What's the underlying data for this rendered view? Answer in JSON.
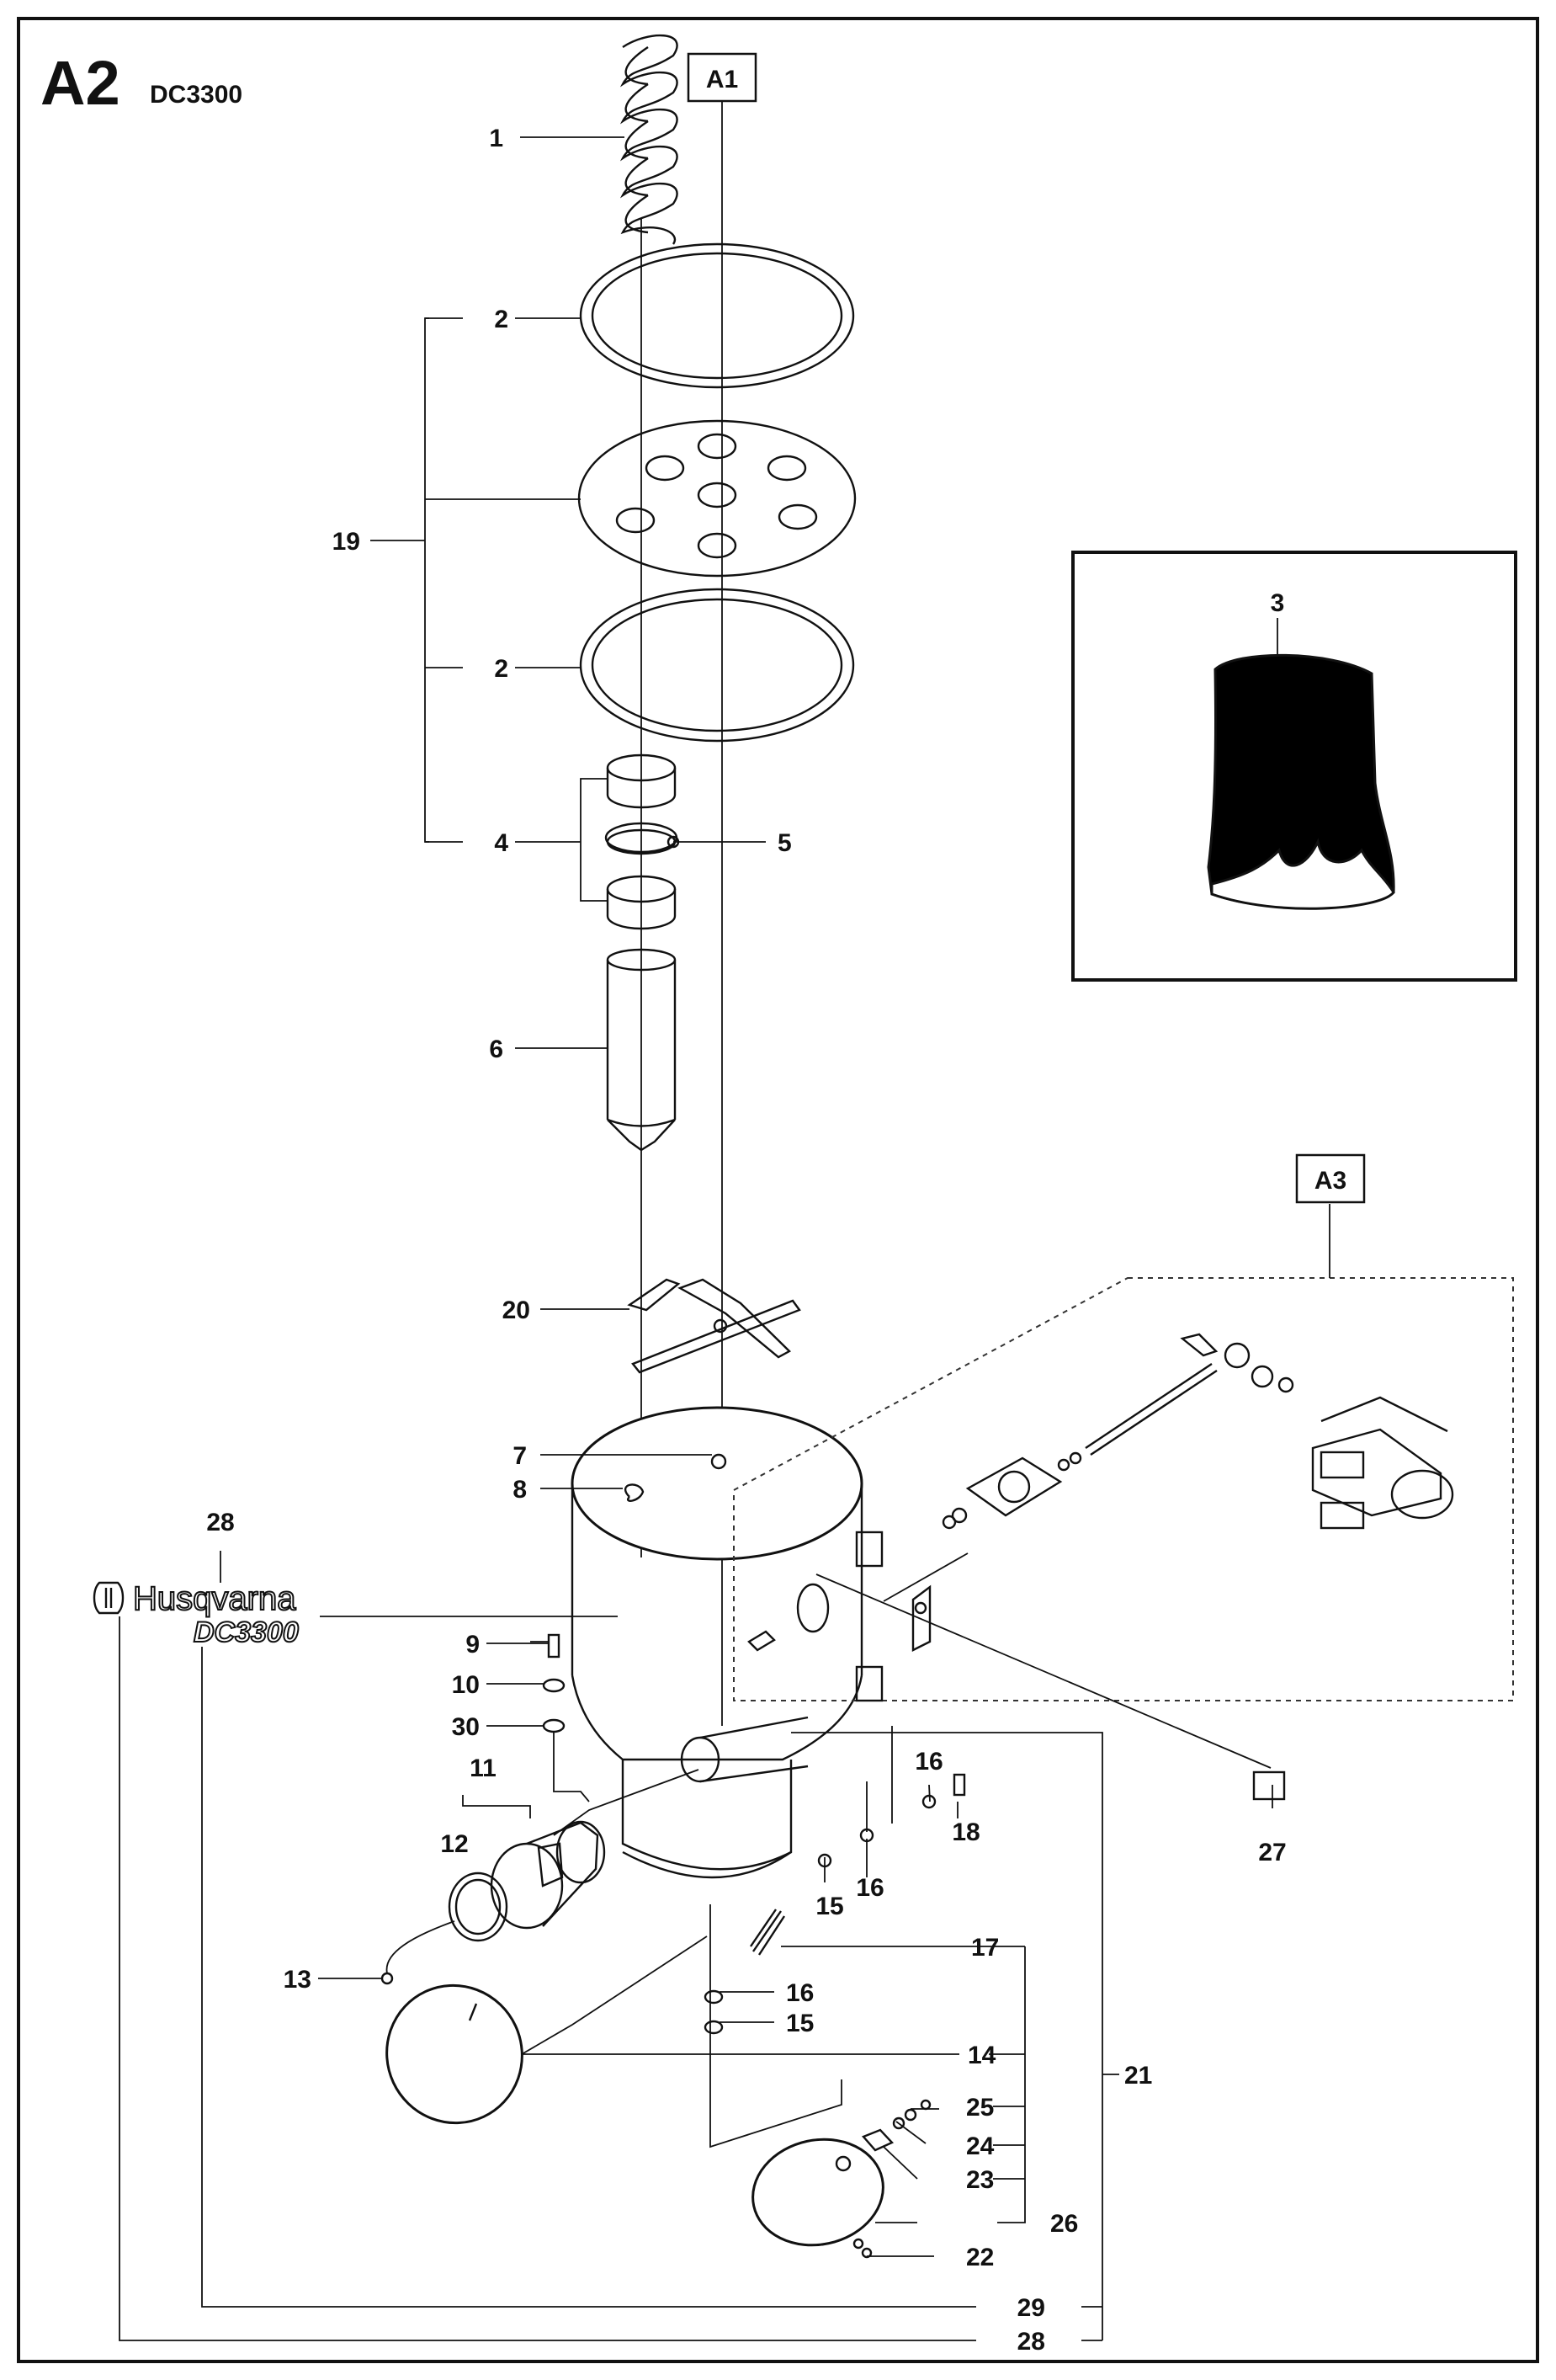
{
  "header": {
    "page_code": "A2",
    "model": "DC3300"
  },
  "refs": {
    "a1": "A1",
    "a3": "A3"
  },
  "logo": {
    "brand": "Husqvarna",
    "model": "DC3300"
  },
  "callouts": {
    "c1": "1",
    "c2a": "2",
    "c2b": "2",
    "c3": "3",
    "c4": "4",
    "c5": "5",
    "c6": "6",
    "c7": "7",
    "c8": "8",
    "c9": "9",
    "c10": "10",
    "c11": "11",
    "c12": "12",
    "c13": "13",
    "c14": "14",
    "c15a": "15",
    "c15b": "15",
    "c16a": "16",
    "c16b": "16",
    "c16c": "16",
    "c17": "17",
    "c18": "18",
    "c19": "19",
    "c20": "20",
    "c21": "21",
    "c22": "22",
    "c23": "23",
    "c24": "24",
    "c25": "25",
    "c26": "26",
    "c27": "27",
    "c28a": "28",
    "c28b": "28",
    "c29": "29",
    "c30": "30"
  }
}
